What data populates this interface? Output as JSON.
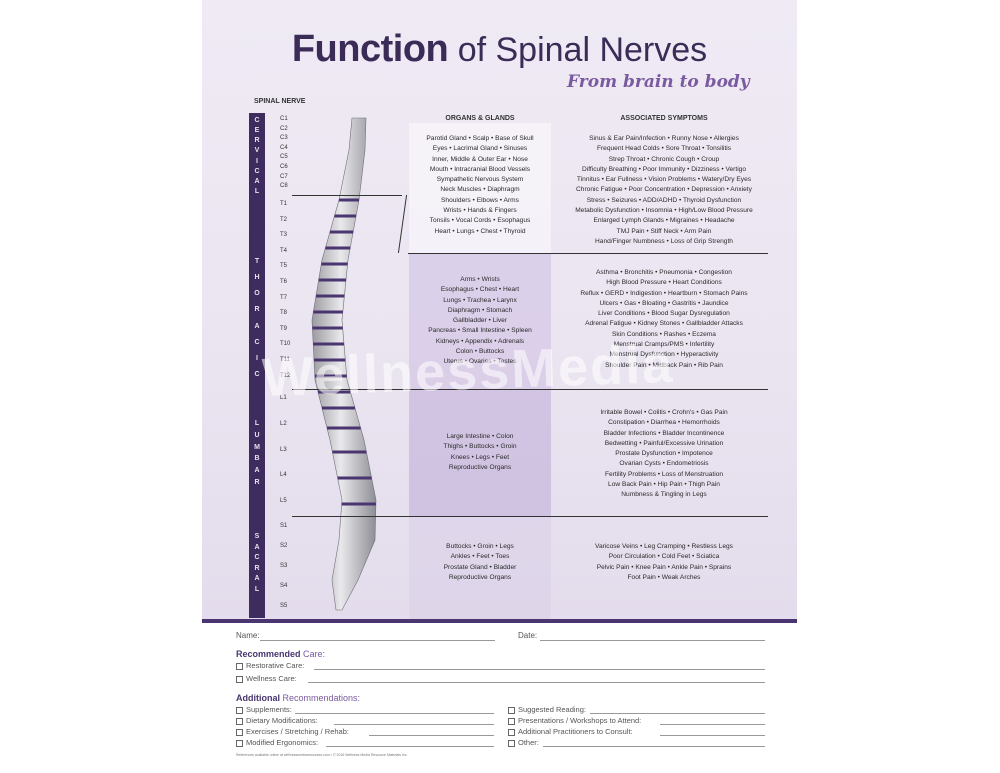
{
  "title": {
    "bold": "Function",
    "light": " of Spinal Nerves",
    "subtitle": "From brain to body"
  },
  "column_headers": {
    "spinal_nerve": "SPINAL NERVE",
    "organs": "ORGANS & GLANDS",
    "symptoms": "ASSOCIATED SYMPTOMS"
  },
  "sections": {
    "cervical": [
      "C",
      "E",
      "R",
      "V",
      "I",
      "C",
      "A",
      "L"
    ],
    "thoracic": [
      "T",
      "H",
      "O",
      "R",
      "A",
      "C",
      "I",
      "C"
    ],
    "lumbar": [
      "L",
      "U",
      "M",
      "B",
      "A",
      "R"
    ],
    "sacral": [
      "S",
      "A",
      "C",
      "R",
      "A",
      "L"
    ]
  },
  "nerves": [
    "C1",
    "C2",
    "C3",
    "C4",
    "C5",
    "C6",
    "C7",
    "C8",
    "T1",
    "T2",
    "T3",
    "T4",
    "T5",
    "T6",
    "T7",
    "T8",
    "T9",
    "T10",
    "T11",
    "T12",
    "L1",
    "L2",
    "L3",
    "L4",
    "L5",
    "S1",
    "S2",
    "S3",
    "S4",
    "S5"
  ],
  "organs": {
    "cervical": [
      "Parotid Gland • Scalp • Base of Skull",
      "Eyes • Lacrimal Gland • Sinuses",
      "Inner, Middle & Outer Ear • Nose",
      "Mouth • Intracranial Blood Vessels",
      "Sympathetic Nervous System",
      "Neck Muscles • Diaphragm",
      "Shoulders • Elbows • Arms",
      "Wrists • Hands & Fingers",
      "Tonsils • Vocal Cords • Esophagus",
      "Heart • Lungs • Chest • Thyroid"
    ],
    "thoracic": [
      "Arms • Wrists",
      "Esophagus • Chest • Heart",
      "Lungs • Trachea • Larynx",
      "Diaphragm • Stomach",
      "Gallbladder • Liver",
      "Pancreas • Small Intestine • Spleen",
      "Kidneys • Appendix • Adrenals",
      "Colon • Buttocks",
      "Uterus • Ovaries • Testes"
    ],
    "lumbar": [
      "Large Intestine • Colon",
      "Thighs • Buttocks • Groin",
      "Knees • Legs • Feet",
      "Reproductive Organs"
    ],
    "sacral": [
      "Buttocks • Groin • Legs",
      "Ankles • Feet • Toes",
      "Prostate Gland • Bladder",
      "Reproductive Organs"
    ]
  },
  "symptoms": {
    "cervical": [
      "Sinus & Ear Pain/Infection • Runny Nose • Allergies",
      "Frequent Head Colds • Sore Throat • Tonsilitis",
      "Strep Throat • Chronic Cough • Croup",
      "Difficulty Breathing • Poor Immunity • Dizziness • Vertigo",
      "Tinnitus • Ear Fullness • Vision Problems •  Watery/Dry Eyes",
      "Chronic Fatigue • Poor Concentration • Depression • Anxiety",
      "Stress • Seizures • ADD/ADHD • Thyroid Dysfunction",
      "Metabolic Dysfunction • Insomnia • High/Low Blood Pressure",
      "Enlarged Lymph Glands • Migraines • Headache",
      "TMJ Pain • Stiff Neck • Arm Pain",
      "Hand/Finger Numbness • Loss of Grip Strength"
    ],
    "thoracic": [
      "Asthma • Bronchitis • Pneumonia • Congestion",
      "High Blood Pressure • Heart Conditions",
      "Reflux • GERD • Indigestion • Heartburn • Stomach Pains",
      "Ulcers • Gas • Bloating • Gastritis • Jaundice",
      "Liver Conditions • Blood Sugar Dysregulation",
      "Adrenal Fatigue • Kidney Stones • Gallbladder Attacks",
      "Skin Conditions • Rashes • Eczema",
      "Menstrual Cramps/PMS • Infertility",
      "Menstrual Dysfunction • Hyperactivity",
      "Shoulder Pain • Midback Pain • Rib Pain"
    ],
    "lumbar": [
      "Irritable Bowel • Colitis • Crohn's • Gas Pain",
      "Constipation • Diarrhea • Hemorrhoids",
      "Bladder Infections • Bladder Incontinence",
      "Bedwetting • Painful/Excessive Urination",
      "Prostate Dysfunction • Impotence",
      "Ovarian Cysts • Endometriosis",
      "Fertility Problems • Loss of Menstruation",
      "Low Back Pain • Hip Pain • Thigh Pain",
      "Numbness & Tingling in Legs"
    ],
    "sacral": [
      "Varicose Veins • Leg Cramping • Restless Legs",
      "Poor Circulation • Cold Feet • Sciatica",
      "Pelvic Pain • Knee Pain • Ankle Pain • Sprains",
      "Foot Pain • Weak Arches"
    ]
  },
  "watermark": "WellnessMedia",
  "form": {
    "name_label": "Name:",
    "date_label": "Date:",
    "recommended_bold": "Recommended",
    "recommended_light": " Care:",
    "restorative": "Restorative Care:",
    "wellness": "Wellness Care:",
    "additional_bold": "Additional",
    "additional_light": " Recommendations:",
    "left_items": [
      "Supplements:",
      "Dietary Modifications:",
      "Exercises / Stretching / Rehab:",
      "Modified Ergonomics:"
    ],
    "right_items": [
      "Suggested Reading:",
      "Presentations / Workshops to Attend:",
      "Additional Practitioners to Consult:",
      "Other:"
    ]
  },
  "footer": "References available online at wellnessmediaresources.com • © 2016 Wellness Media Resource Materials Inc."
}
